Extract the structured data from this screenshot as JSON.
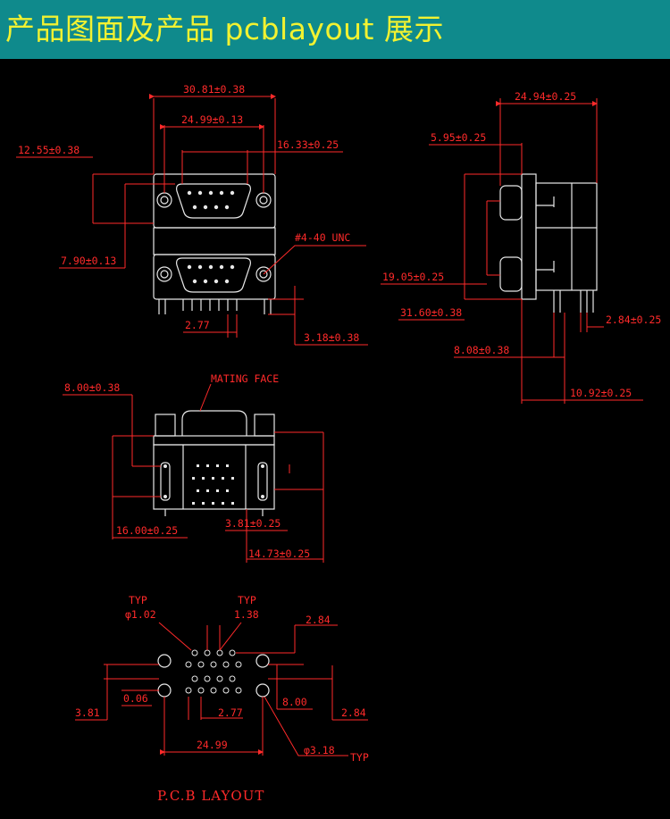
{
  "header": {
    "title": "产品图面及产品 pcblayout 展示"
  },
  "colors": {
    "banner_background": "#0f8a8c",
    "banner_text": "#f2f231",
    "dimension_red": "#ff2a2a",
    "outline_white": "#e8e8e8",
    "background": "#000000"
  },
  "front_view": {
    "dims": {
      "overall_width": "30.81±0.38",
      "pin_span": "24.99±0.13",
      "half_span": "16.33±0.25",
      "top_height": "12.55±0.38",
      "port_offset": "7.90±0.13",
      "thread": "#4-40 UNC",
      "pitch": "2.77",
      "pin_len": "3.18±0.38"
    }
  },
  "side_view": {
    "dims": {
      "depth": "24.94±0.25",
      "flange": "5.95±0.25",
      "port_pitch": "19.05±0.25",
      "height": "31.60±0.38",
      "row_spacing": "2.84±0.25",
      "board_offset": "8.08±0.38",
      "rear_offset": "10.92±0.25"
    }
  },
  "bottom_view": {
    "label": "MATING FACE",
    "dims": {
      "bolt_offset": "8.00±0.38",
      "bolt_span": "16.00±0.25",
      "pin_row": "3.81±0.25",
      "depth": "14.73±0.25"
    }
  },
  "pcb_layout": {
    "title": "P.C.B LAYOUT",
    "dims": {
      "typ_left": "TYP",
      "hole_dia": "φ1.02",
      "typ_right": "TYP",
      "pitch_138": "1.38",
      "d_284_top": "2.84",
      "d_381": "3.81",
      "d_006": "0.06",
      "d_277": "2.77",
      "d_800": "8.00",
      "d_284_bottom": "2.84",
      "d_2499": "24.99",
      "mount_dia": "φ3.18",
      "typ_mount": "TYP"
    }
  }
}
